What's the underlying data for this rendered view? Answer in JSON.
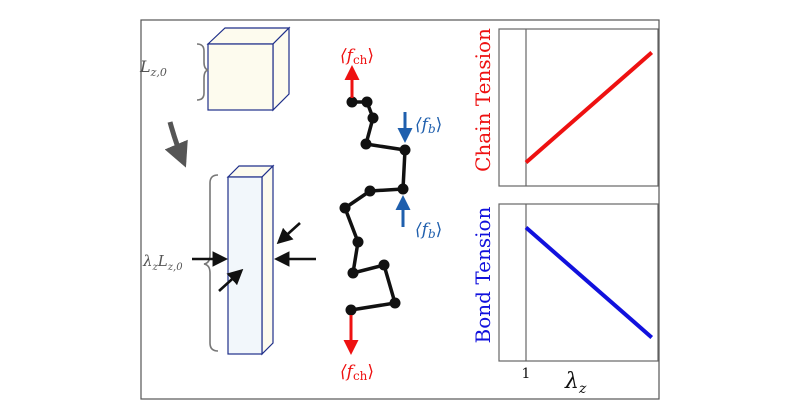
{
  "labels": {
    "l_z0_main": "L",
    "l_z0_sub": "z,0",
    "lambda_main": "λ",
    "lambda_sub": "z",
    "lambda_L": "L",
    "lambda_L_sub": "z,0",
    "f_ch_top": "⟨f",
    "f_ch_top_sub": "ch",
    "f_ch_top_close": "⟩",
    "f_ch_bot": "⟨f",
    "f_ch_bot_sub": "ch",
    "f_ch_bot_close": "⟩",
    "f_b_top": "⟨f",
    "f_b_top_sub": "b",
    "f_b_top_close": "⟩",
    "f_b_bot": "⟨f",
    "f_b_bot_sub": "b",
    "f_b_bot_close": "⟩"
  },
  "colors": {
    "chain_tension": "#ee1111",
    "bond_tension": "#1111dd",
    "small_arrow": "#1f5fad",
    "box_fill": "#fdfbee",
    "box_edge": "#1f2f8a"
  },
  "chart_data": [
    {
      "type": "line",
      "ylabel": "Chain Tension",
      "xlabel": "",
      "trend": "increasing",
      "series": [
        {
          "x": [
            1,
            2
          ],
          "y": [
            0.15,
            0.85
          ]
        }
      ]
    },
    {
      "type": "line",
      "ylabel": "Bond Tension",
      "xlabel": "λz",
      "x_tick": "1",
      "trend": "decreasing",
      "series": [
        {
          "x": [
            1,
            2
          ],
          "y": [
            0.85,
            0.15
          ]
        }
      ]
    }
  ],
  "axis": {
    "tick": "1",
    "xlabel_main": "λ",
    "xlabel_sub": "z"
  }
}
